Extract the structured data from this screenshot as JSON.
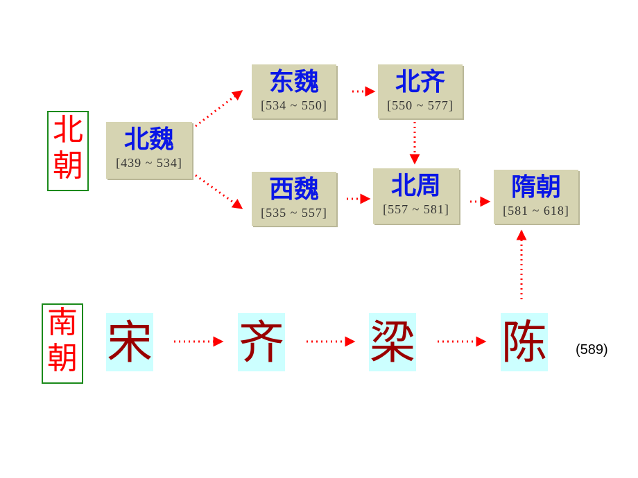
{
  "north_label": [
    "北",
    "朝"
  ],
  "south_label": [
    "南",
    "朝"
  ],
  "north": {
    "beiwei": {
      "name": "北魏",
      "years": "[439 ~ 534]"
    },
    "dongwei": {
      "name": "东魏",
      "years": "[534 ~ 550]"
    },
    "beiqi": {
      "name": "北齐",
      "years": "[550 ~ 577]"
    },
    "xiwei": {
      "name": "西魏",
      "years": "[535 ~ 557]"
    },
    "beizhou": {
      "name": "北周",
      "years": "[557 ~ 581]"
    },
    "sui": {
      "name": "隋朝",
      "years": "[581 ~ 618]"
    }
  },
  "south": {
    "song": "宋",
    "qi": "齐",
    "liang": "梁",
    "chen": "陈",
    "chen_end_note": "(589)"
  },
  "colors": {
    "arrow": "#ff0000",
    "box_bg": "#d6d4b2",
    "box_text": "#0a17e6",
    "south_bg": "#ccffff",
    "south_text": "#990000",
    "label_border": "#1a8a1a",
    "label_text": "#ff0000"
  }
}
